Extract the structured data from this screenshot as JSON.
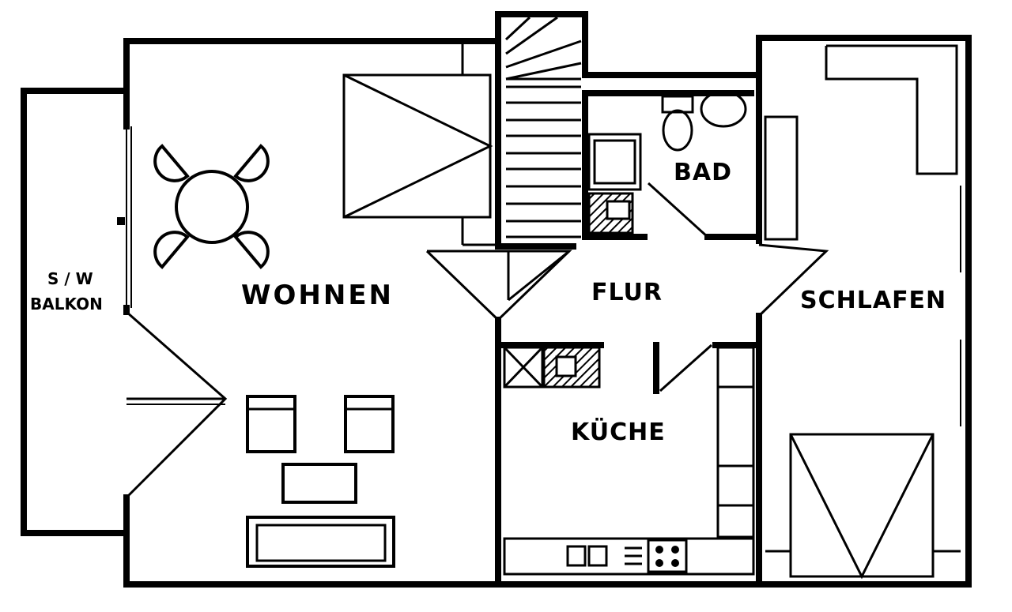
{
  "rooms": {
    "wohnen": "WOHNEN",
    "flur": "FLUR",
    "bad": "BAD",
    "schlafen": "SCHLAFEN",
    "kueche": "KÜCHE",
    "balkon_orientation": "S / W",
    "balkon": "BALKON"
  }
}
